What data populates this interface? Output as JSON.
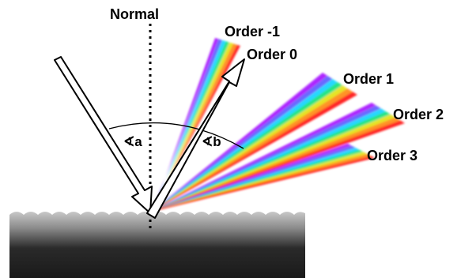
{
  "labels": {
    "normal": "Normal",
    "angle_a": "∢a",
    "angle_b": "∢b"
  },
  "orders": [
    {
      "label": "Order -1"
    },
    {
      "label": "Order 0"
    },
    {
      "label": "Order 1"
    },
    {
      "label": "Order 2"
    },
    {
      "label": "Order 3"
    }
  ],
  "colors": {
    "spectrum": [
      "#a000ff",
      "#5050ff",
      "#00d0ff",
      "#00e070",
      "#e0e000",
      "#ff8000",
      "#ff0000"
    ],
    "surface_dark": "#1a1a1a",
    "surface_light": "#b0b0b0",
    "beam_fill": "#ffffff",
    "outline": "#000000"
  }
}
